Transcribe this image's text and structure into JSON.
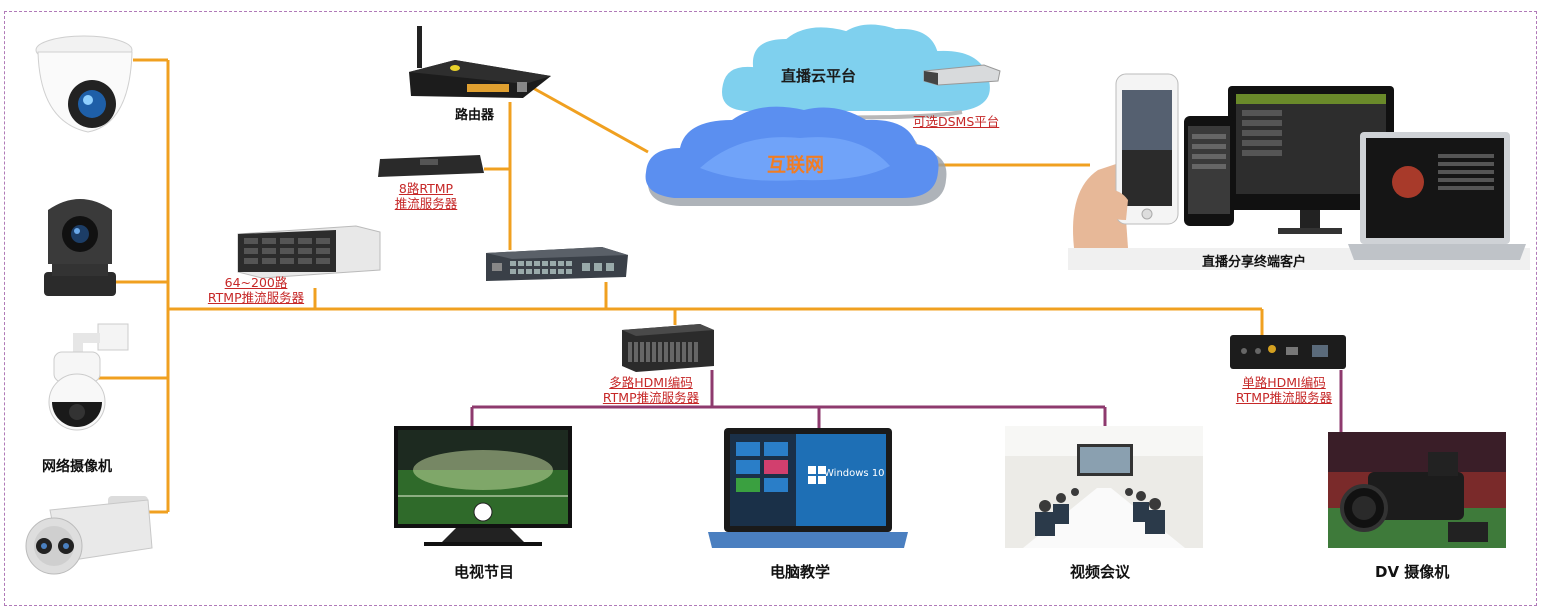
{
  "labels": {
    "cameras": "网络摄像机",
    "router": "路由器",
    "cloud_platform": "直播云平台",
    "dsms": "可选DSMS平台",
    "internet": "互联网",
    "clients": "直播分享终端客户",
    "rtmp8_line1": "8路RTMP",
    "rtmp8_line2": "推流服务器",
    "rtmp64_line1": "64~200路",
    "rtmp64_line2": "RTMP推流服务器",
    "multi_line1": "多路HDMI编码",
    "multi_line2": "RTMP推流服务器",
    "single_line1": "单路HDMI编码",
    "single_line2": "RTMP推流服务器",
    "tv": "电视节目",
    "pc": "电脑教学",
    "video_conf": "视频会议",
    "dv": "DV 摄像机",
    "windows": "Windows 10"
  },
  "colors": {
    "orange_line": "#f0a020",
    "purple_line": "#8e3a6e",
    "link_red": "#c62828",
    "cloud_blue": "#5b8ff0",
    "cloud_light": "#7fd0ee",
    "frame": "#b07ab8"
  }
}
